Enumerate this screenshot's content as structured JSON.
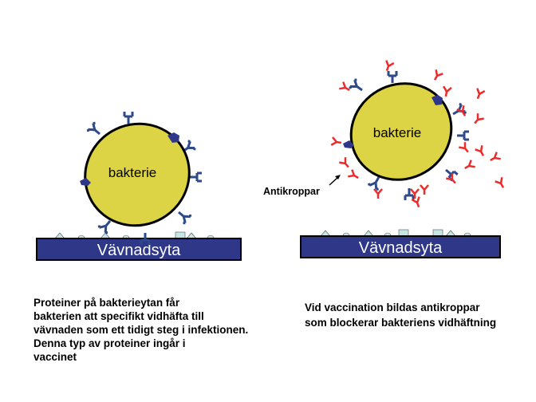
{
  "left_panel": {
    "bacterium_label": "bakterie",
    "tissue_label": "Vävnadsyta",
    "caption_lines": [
      "Proteiner på bakterieytan får",
      "bakterien att specifikt vidhäfta till",
      "vävnaden som ett tidigt steg i infektionen.",
      "Denna typ av proteiner ingår i",
      "vaccinet"
    ]
  },
  "right_panel": {
    "bacterium_label": "bakterie",
    "tissue_label": "Vävnadsyta",
    "antibody_label": "Antikroppar",
    "caption_lines": [
      "Vid vaccination bildas antikroppar",
      "som blockerar bakteriens vidhäftning"
    ]
  },
  "colors": {
    "bacterium_fill": "#dcd444",
    "tissue_fill": "#2e3788",
    "receptor": "#2e4a8a",
    "antibody": "#ee2a2a",
    "surface_molecule": "#c6e6e6"
  }
}
